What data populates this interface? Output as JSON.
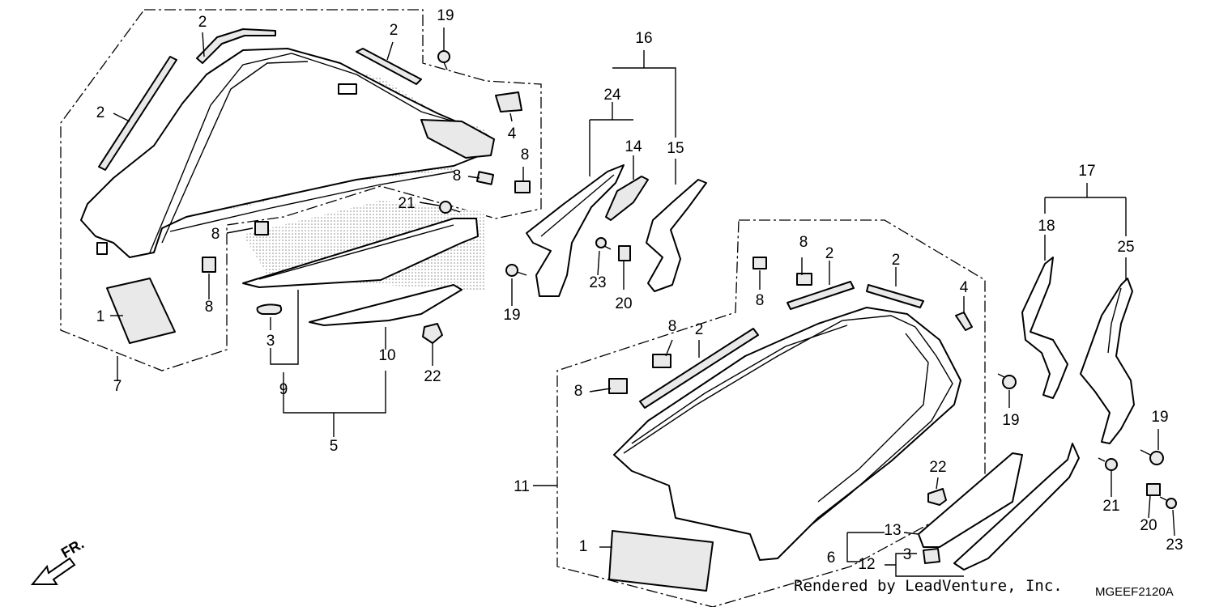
{
  "credit": "Rendered by LeadVenture, Inc.",
  "diagram_code": "MGEEF2120A",
  "direction_label": "FR.",
  "callouts": {
    "c1a": "1",
    "c1b": "1",
    "c2a": "2",
    "c2b": "2",
    "c2c": "2",
    "c2d": "2",
    "c2e": "2",
    "c2f": "2",
    "c3a": "3",
    "c3b": "3",
    "c4a": "4",
    "c4b": "4",
    "c5": "5",
    "c6": "6",
    "c7": "7",
    "c8a": "8",
    "c8b": "8",
    "c8c": "8",
    "c8d": "8",
    "c8e": "8",
    "c8f": "8",
    "c8g": "8",
    "c8h": "8",
    "c9": "9",
    "c10": "10",
    "c11": "11",
    "c12": "12",
    "c13": "13",
    "c14": "14",
    "c15": "15",
    "c16": "16",
    "c17": "17",
    "c18": "18",
    "c19a": "19",
    "c19b": "19",
    "c19c": "19",
    "c19d": "19",
    "c20a": "20",
    "c20b": "20",
    "c21a": "21",
    "c21b": "21",
    "c22a": "22",
    "c22b": "22",
    "c23a": "23",
    "c23b": "23",
    "c24": "24",
    "c25": "25"
  }
}
